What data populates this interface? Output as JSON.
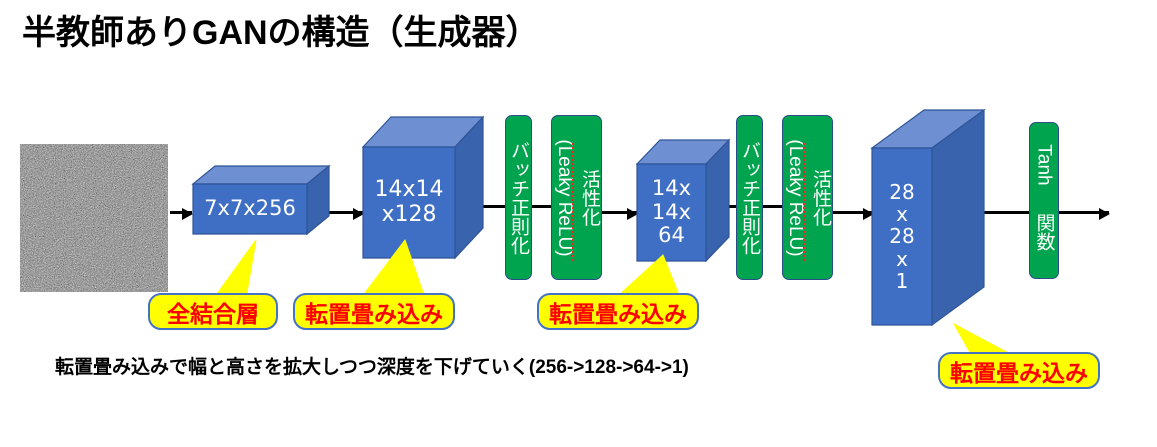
{
  "page_title": "半教師ありGANの構造（生成器）",
  "bottom_note": "転置畳み込みで幅と高さを拡大しつつ深度を下げていく(256->128->64->1)",
  "colors": {
    "cube_front": "#3f6fc4",
    "cube_top": "#6e90d2",
    "cube_side": "#3a63ae",
    "cube_outline": "#2f5597",
    "op_green": "#00a34e",
    "op_border": "#2a4c8a",
    "callout_fill": "#ffff00",
    "callout_border": "#4472c4",
    "callout_text": "#ff0000",
    "arrow": "#000000",
    "title_text": "#000000"
  },
  "noise": {
    "label": "random-noise-input",
    "base_color": "#7a7a7a"
  },
  "blocks": [
    {
      "id": "fc-output",
      "label": "7x7x256",
      "font_size": 21
    },
    {
      "id": "deconv1-out",
      "label": "14x14\nx128",
      "font_size": 22
    },
    {
      "id": "deconv2-out",
      "label": "14x\n14x\n64",
      "font_size": 21
    },
    {
      "id": "deconv3-out",
      "label": "28\nx\n28\nx\n1",
      "font_size": 20
    }
  ],
  "ops": [
    {
      "id": "batchnorm-1",
      "label": "バッチ正則化",
      "kind": "jp"
    },
    {
      "id": "activation-1",
      "latin": "(Leaky ReLU)",
      "jp": "活性化",
      "kind": "mixed"
    },
    {
      "id": "batchnorm-2",
      "label": "バッチ正則化",
      "kind": "jp"
    },
    {
      "id": "activation-2",
      "latin": "(Leaky ReLU)",
      "jp": "活性化",
      "kind": "mixed"
    },
    {
      "id": "tanh",
      "latin": "Tanh",
      "jp": "関数",
      "kind": "single-mixed"
    }
  ],
  "callouts": [
    {
      "id": "callout-fc",
      "label": "全結合層",
      "font_size": 23
    },
    {
      "id": "callout-deconv1",
      "label": "転置畳み込み",
      "font_size": 23
    },
    {
      "id": "callout-deconv2",
      "label": "転置畳み込み",
      "font_size": 23
    },
    {
      "id": "callout-deconv3",
      "label": "転置畳み込み",
      "font_size": 23
    }
  ]
}
